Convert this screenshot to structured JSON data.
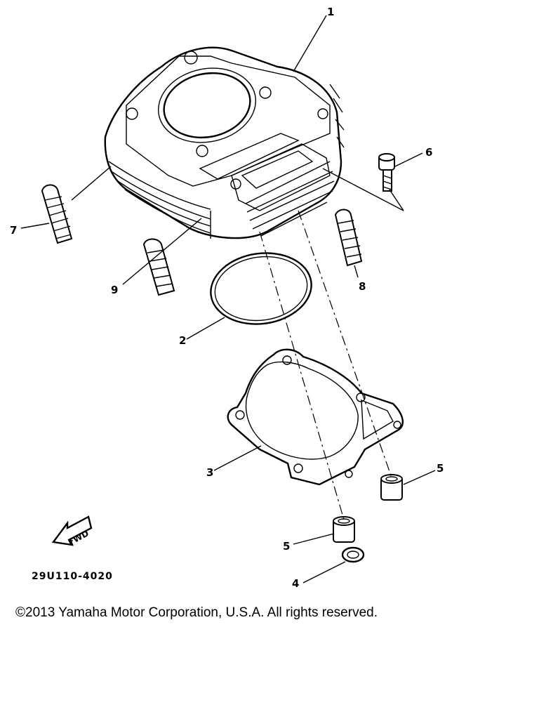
{
  "callouts": {
    "c1": "1",
    "c2": "2",
    "c3": "3",
    "c4": "4",
    "c5a": "5",
    "c5b": "5",
    "c6": "6",
    "c7": "7",
    "c8": "8",
    "c9": "9"
  },
  "fwd_label": "FWD",
  "diagram_code": "29U110-4020",
  "copyright": "©2013 Yamaha Motor Corporation, U.S.A. All rights reserved."
}
